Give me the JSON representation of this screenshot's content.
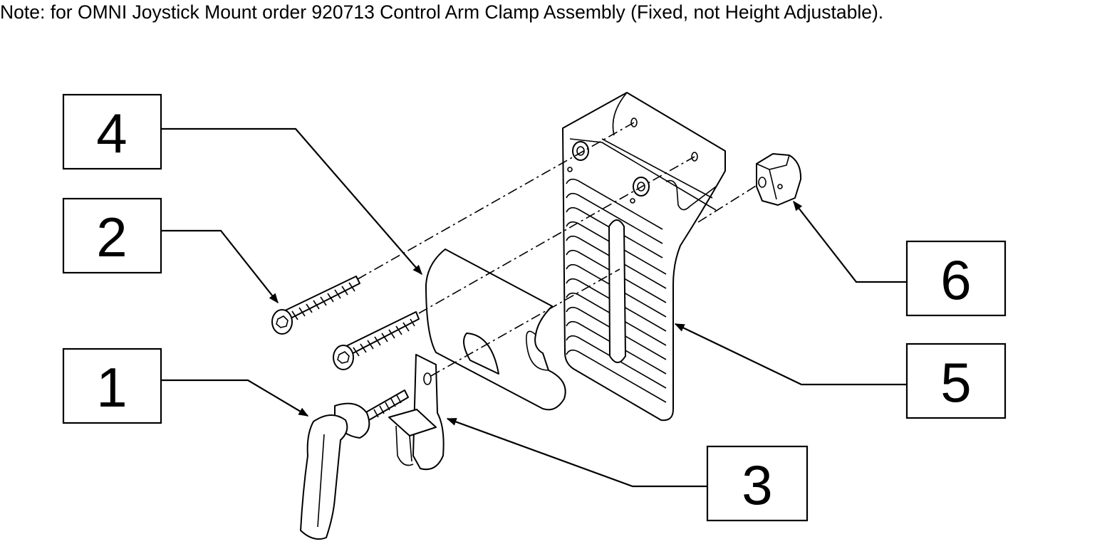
{
  "note": "Note: for OMNI Joystick Mount order 920713 Control Arm Clamp Assembly (Fixed, not Height Adjustable).",
  "callouts": [
    {
      "id": "4",
      "label": "4"
    },
    {
      "id": "2",
      "label": "2"
    },
    {
      "id": "1",
      "label": "1"
    },
    {
      "id": "6",
      "label": "6"
    },
    {
      "id": "5",
      "label": "5"
    },
    {
      "id": "3",
      "label": "3"
    }
  ]
}
